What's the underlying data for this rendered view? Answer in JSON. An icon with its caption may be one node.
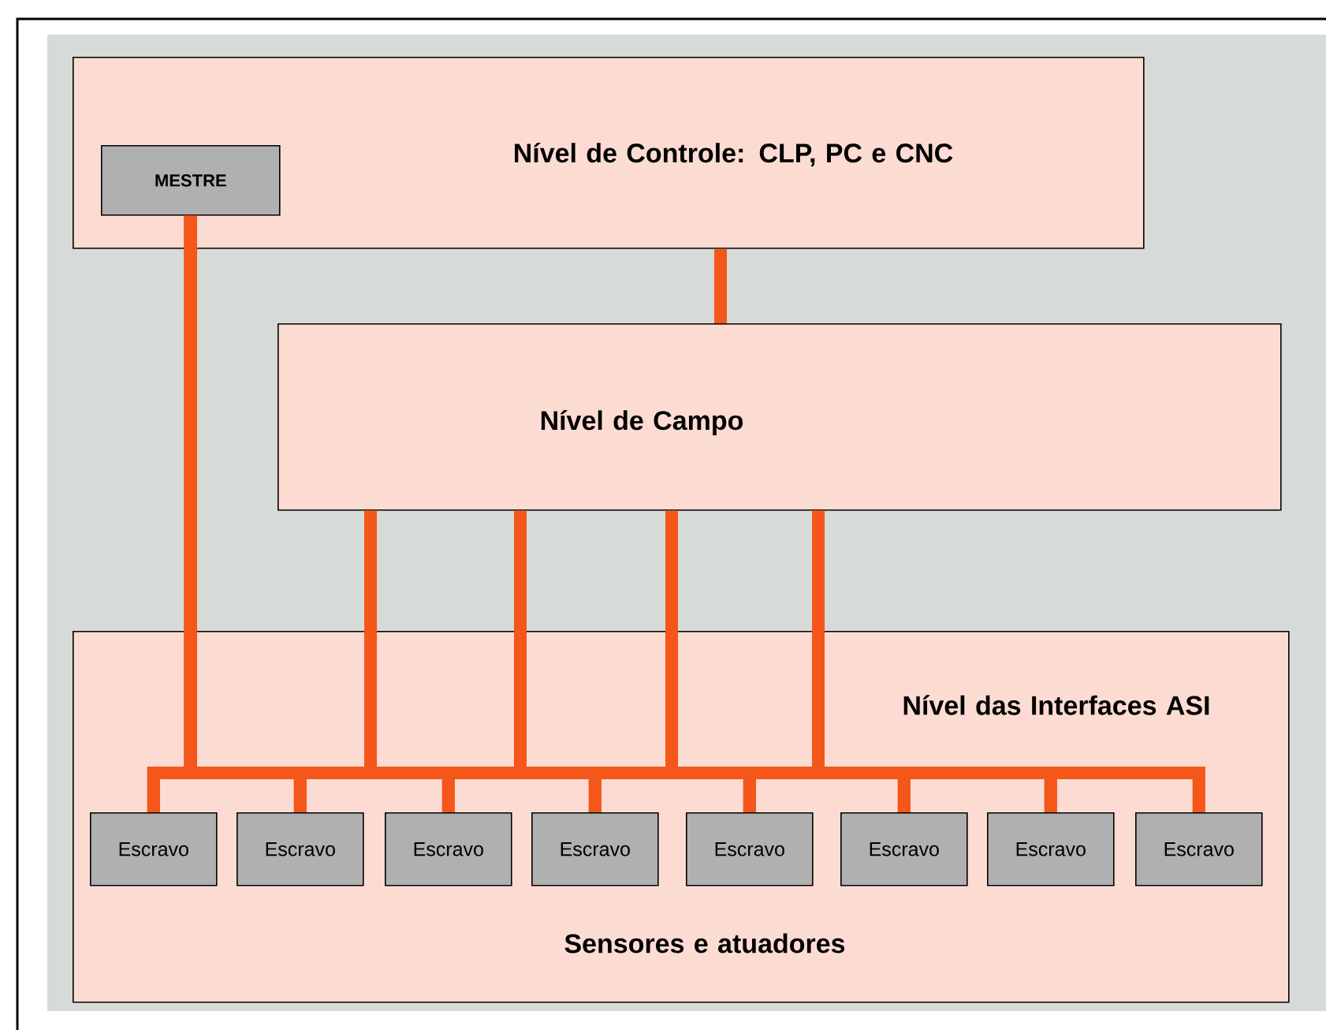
{
  "diagram": {
    "nodes": [
      {
        "text": [
          "Nível de Controle: CLP, PC e CNC"
        ]
      },
      {
        "text": [
          "MESTRE"
        ],
        "in": 0
      },
      {
        "text": [
          "Nível de Campo"
        ]
      },
      {
        "text": [
          "Nível das Interfaces ASI",
          "Sensores e atuadores"
        ]
      },
      {
        "text": [
          "Escravo"
        ],
        "in": 3
      },
      {
        "text": [
          "Escravo"
        ],
        "in": 3
      },
      {
        "text": [
          "Escravo"
        ],
        "in": 3
      },
      {
        "text": [
          "Escravo"
        ],
        "in": 3
      },
      {
        "text": [
          "Escravo"
        ],
        "in": 3
      },
      {
        "text": [
          "Escravo"
        ],
        "in": 3
      },
      {
        "text": [
          "Escravo"
        ],
        "in": 3
      },
      {
        "text": [
          "Escravo"
        ],
        "in": 3
      }
    ],
    "edges": [
      {
        "from": 0,
        "to": 2,
        "arrow": "none"
      },
      {
        "from": 1,
        "to": 4,
        "arrow": "none"
      },
      {
        "from": 1,
        "to": 5,
        "arrow": "none"
      },
      {
        "from": 1,
        "to": 6,
        "arrow": "none"
      },
      {
        "from": 1,
        "to": 7,
        "arrow": "none"
      },
      {
        "from": 1,
        "to": 8,
        "arrow": "none"
      },
      {
        "from": 1,
        "to": 9,
        "arrow": "none"
      },
      {
        "from": 1,
        "to": 10,
        "arrow": "none"
      },
      {
        "from": 1,
        "to": 11,
        "arrow": "none"
      },
      {
        "from": 2,
        "to": 4,
        "arrow": "none"
      },
      {
        "from": 2,
        "to": 5,
        "arrow": "none"
      },
      {
        "from": 2,
        "to": 6,
        "arrow": "none"
      },
      {
        "from": 2,
        "to": 7,
        "arrow": "none"
      },
      {
        "from": 2,
        "to": 8,
        "arrow": "none"
      },
      {
        "from": 2,
        "to": 9,
        "arrow": "none"
      },
      {
        "from": 2,
        "to": 10,
        "arrow": "none"
      },
      {
        "from": 2,
        "to": 11,
        "arrow": "none"
      }
    ]
  }
}
